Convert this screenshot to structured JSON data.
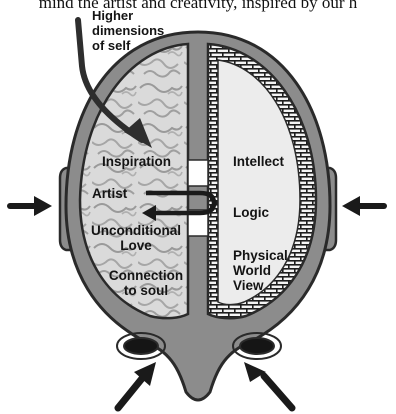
{
  "top_text": "mind the artist and creativity, inspired by our h",
  "callout": {
    "lines": [
      "Higher",
      "dimensions",
      "of self"
    ]
  },
  "left_hemisphere": {
    "inspiration": "Inspiration",
    "artist": "Artist",
    "unconditional_love": [
      "Unconditional",
      "Love"
    ],
    "connection_to_soul": [
      "Connection",
      "to soul"
    ]
  },
  "right_hemisphere": {
    "intellect": "Intellect",
    "logic": "Logic",
    "physical_world_view": [
      "Physical",
      "World",
      "View"
    ]
  },
  "icons": {
    "left_ear_arrow": "arrow-right-icon",
    "right_ear_arrow": "arrow-left-icon",
    "bottom_left_arrow": "arrow-up-right-icon",
    "bottom_right_arrow": "arrow-up-left-icon",
    "callout_arrow": "arrow-down-right-icon",
    "u_turn_arrow": "u-turn-arrow-icon"
  },
  "colors": {
    "outline": "#2a2a2a",
    "head_fill": "#8c8c8c",
    "left_brain_fill": "#d9d9d9",
    "right_brain_fill": "#ececec",
    "brick": "#1e1e1e"
  }
}
